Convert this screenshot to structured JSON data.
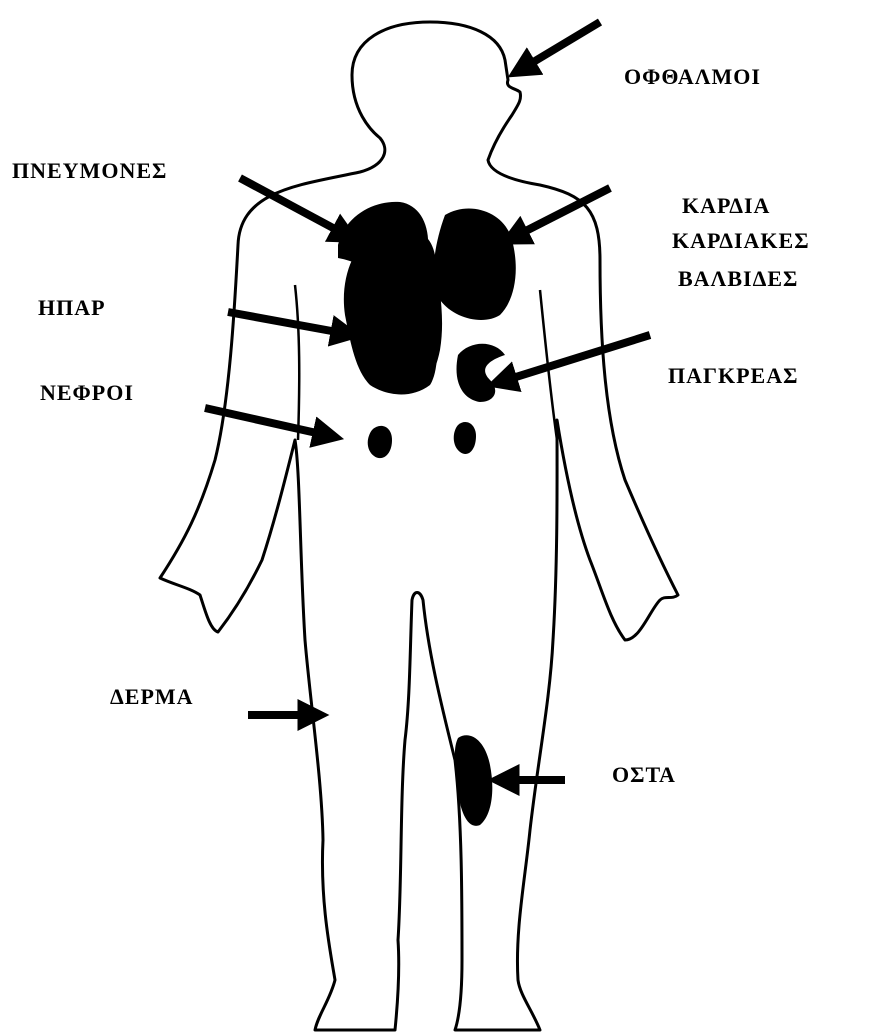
{
  "labels": {
    "eyes": "ΟΦΘΑΛΜΟΙ",
    "lungs": "ΠΝΕΥΜΟΝΕΣ",
    "heart": "ΚΑΡΔΙΑ",
    "heart_valves_line1": "ΚΑΡΔΙΑΚΕΣ",
    "heart_valves_line2": "ΒΑΛΒΙΔΕΣ",
    "liver": "ΗΠΑΡ",
    "pancreas": "ΠΑΓΚΡΕΑΣ",
    "kidneys": "ΝΕΦΡΟΙ",
    "skin": "ΔΕΡΜΑ",
    "bones": "ΟΣΤΑ"
  },
  "colors": {
    "ink": "#000000",
    "background": "#ffffff"
  }
}
